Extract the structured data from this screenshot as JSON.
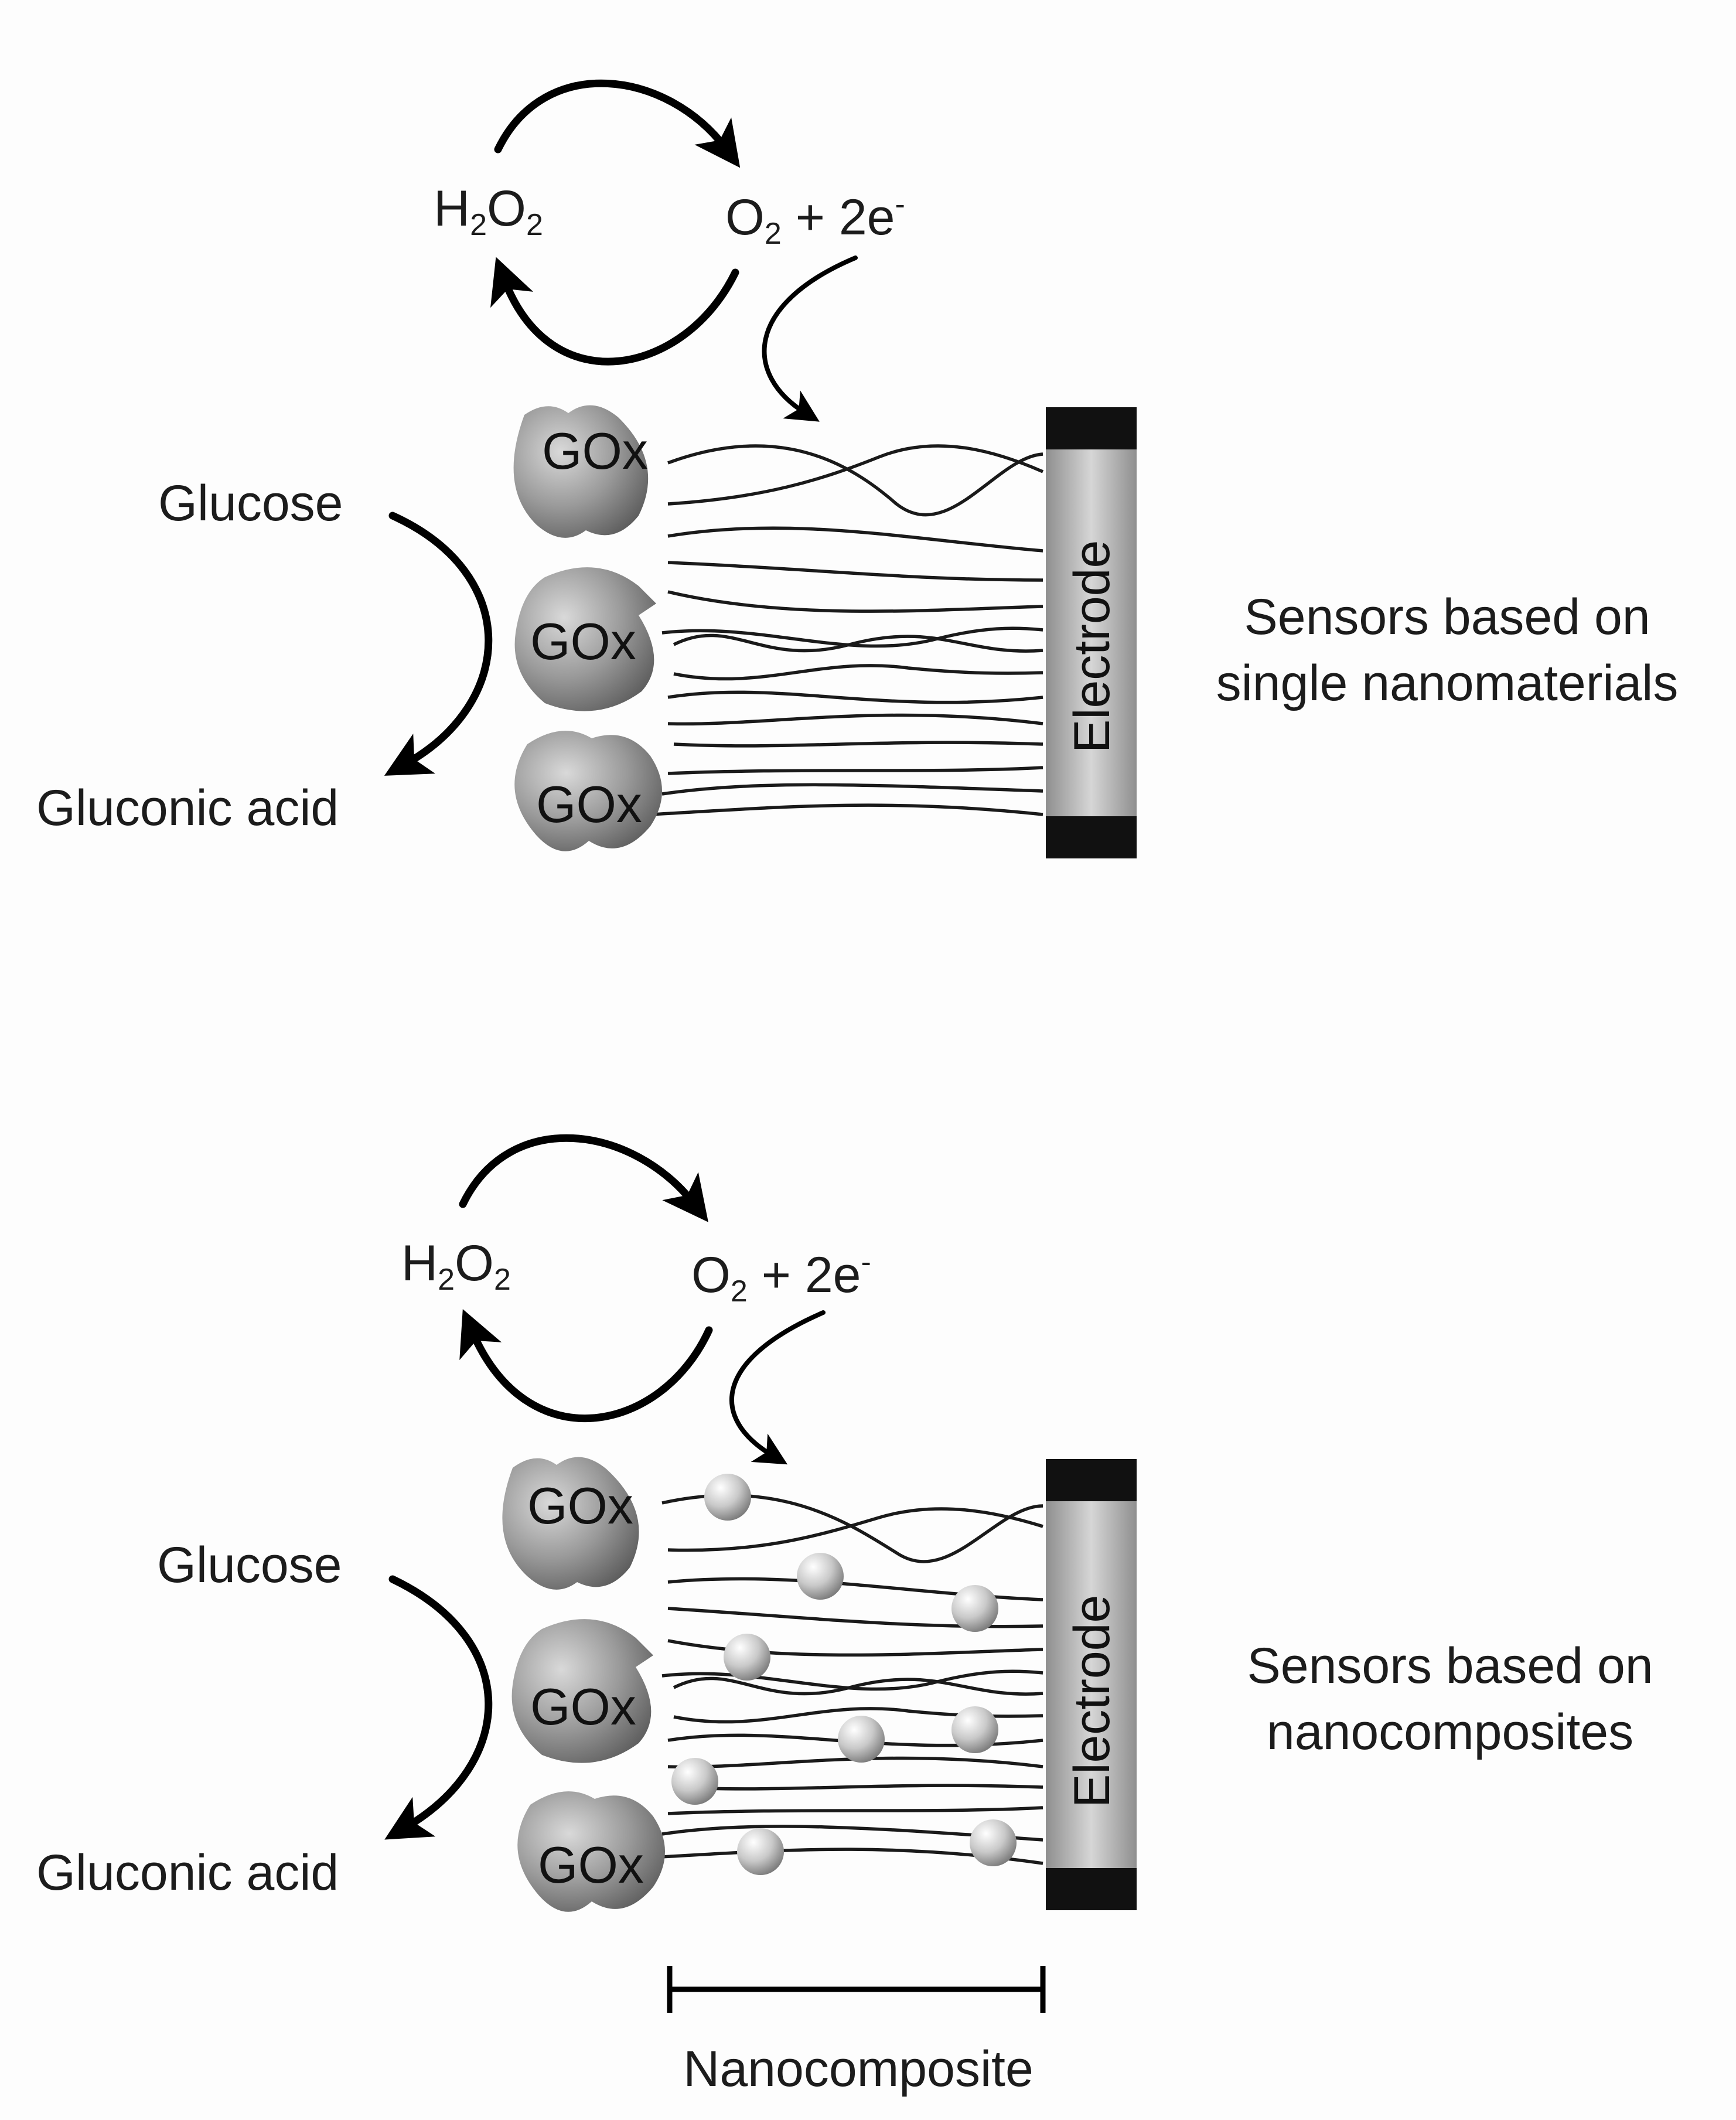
{
  "panels": [
    {
      "h2o2": {
        "main": "H",
        "sub1": "2",
        "mid": "O",
        "sub2": "2"
      },
      "o2": {
        "main": "O",
        "sub": "2",
        "rest": " + 2e",
        "sup": "-"
      },
      "glucose": "Glucose",
      "gluconic_acid": "Gluconic acid",
      "enzymes": [
        "GOx",
        "GOx",
        "GOx"
      ],
      "electrode": "Electrode",
      "caption_line1": "Sensors based on",
      "caption_line2": "single nanomaterials"
    },
    {
      "h2o2": {
        "main": "H",
        "sub1": "2",
        "mid": "O",
        "sub2": "2"
      },
      "o2": {
        "main": "O",
        "sub": "2",
        "rest": " + 2e",
        "sup": "-"
      },
      "glucose": "Glucose",
      "gluconic_acid": "Gluconic acid",
      "enzymes": [
        "GOx",
        "GOx",
        "GOx"
      ],
      "electrode": "Electrode",
      "caption_line1": "Sensors based on",
      "caption_line2": "nanocomposites"
    }
  ],
  "scale_bar_label": "Nanocomposite",
  "colors": {
    "enzyme": "#8a8a8a",
    "electrode_body": "#b9b9b9",
    "electrode_cap": "#111111",
    "nanoparticle": "#c8c8c8"
  }
}
